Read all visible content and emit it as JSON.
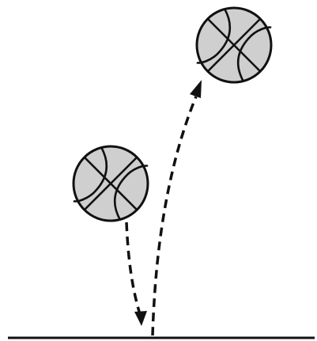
{
  "figure": {
    "colors": {
      "ball_fill": "#cfcfcf",
      "stroke": "#111111",
      "background": "#ffffff"
    },
    "balls": [
      {
        "name": "ball-falling"
      },
      {
        "name": "ball-rising"
      }
    ],
    "paths": [
      {
        "name": "fall-path",
        "direction": "down",
        "style": "dashed",
        "arrowhead": true
      },
      {
        "name": "bounce-path",
        "direction": "up",
        "style": "dashed",
        "arrowhead": true
      }
    ],
    "floor": {
      "name": "floor-line"
    }
  }
}
